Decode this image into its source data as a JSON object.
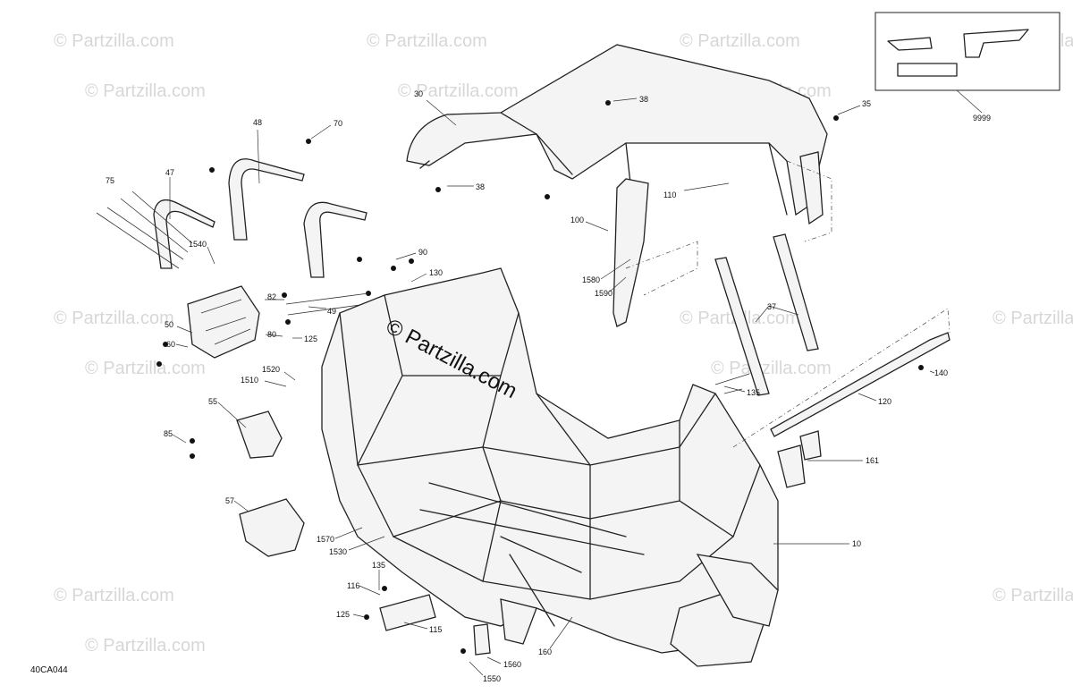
{
  "watermark": "© Partzilla.com",
  "center_watermark": "© Partzilla.com",
  "diagram_code": "40CA044",
  "callouts": {
    "c30": "30",
    "c38a": "38",
    "c38b": "38",
    "c35": "35",
    "c9999": "9999",
    "c48": "48",
    "c70": "70",
    "c47": "47",
    "c75": "75",
    "c1540": "1540",
    "c50": "50",
    "c60": "60",
    "c82": "82",
    "c49": "49",
    "c80": "80",
    "c125a": "125",
    "c90": "90",
    "c130": "130",
    "c110": "110",
    "c100": "100",
    "c1580": "1580",
    "c1590": "1590",
    "c37": "37",
    "c140": "140",
    "c120": "120",
    "c135a": "135",
    "c1520": "1520",
    "c1510": "1510",
    "c55": "55",
    "c85": "85",
    "c161": "161",
    "c57": "57",
    "c1570": "1570",
    "c1530": "1530",
    "c10": "10",
    "c135b": "135",
    "c116": "116",
    "c125b": "125",
    "c115": "115",
    "c160": "160",
    "c1560": "1560",
    "c1550": "1550"
  }
}
